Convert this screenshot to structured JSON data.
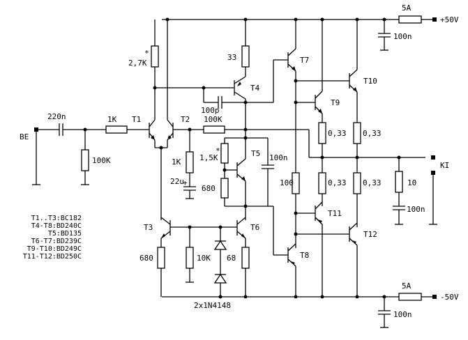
{
  "supply": {
    "pos_fuse": "5A",
    "pos_voltage": "+50V",
    "neg_fuse": "5A",
    "neg_voltage": "-50V",
    "pos_cap": "100n",
    "neg_cap": "100n"
  },
  "io": {
    "input_label": "BE",
    "output_label": "KI"
  },
  "components": {
    "c_in": "220n",
    "r_in_series": "1K",
    "r_in_shunt": "100K",
    "r_2k7": "2,7K",
    "star_2k7": "*",
    "r_33": "33",
    "c_100p": "100p",
    "r_fb": "100K",
    "r_1k": "1K",
    "c_22u": "22u",
    "c_22u_plus": "+",
    "r_680_fb": "680",
    "r_1k5": "1,5K",
    "star_1k5": "*",
    "c_100n_t5": "100n",
    "r_680_t3": "680",
    "r_10k": "10K",
    "r_68": "68",
    "diodes": "2x1N4148",
    "r_100_drv": "100",
    "r_0r33_a": "0,33",
    "r_0r33_b": "0,33",
    "r_0r33_c": "0,33",
    "r_0r33_d": "0,33",
    "r_10_zobel": "10",
    "c_100n_zobel": "100n"
  },
  "transistors": {
    "t1": "T1",
    "t2": "T2",
    "t3": "T3",
    "t4": "T4",
    "t5": "T5",
    "t6": "T6",
    "t7": "T7",
    "t8": "T8",
    "t9": "T9",
    "t10": "T10",
    "t11": "T11",
    "t12": "T12"
  },
  "bom": [
    "T1..T3:BC182",
    "T4-T8:BD240C",
    "T5:BD135",
    "T6-T7:BD239C",
    "T9-T10:BD249C",
    "T11-T12:BD250C"
  ]
}
